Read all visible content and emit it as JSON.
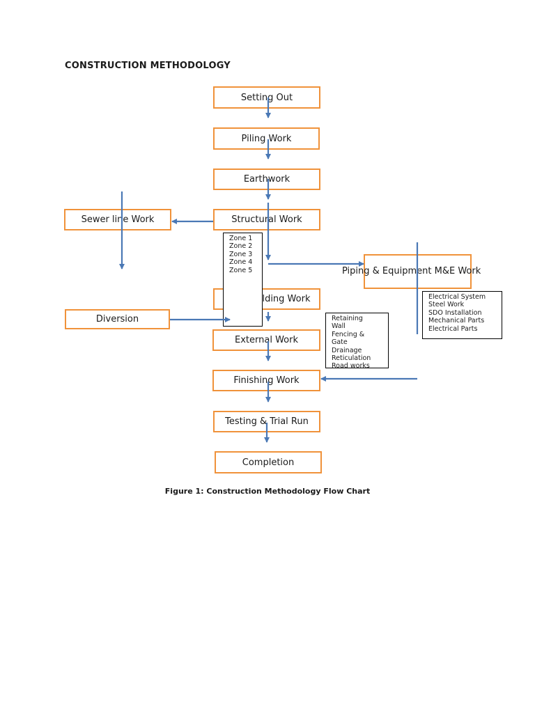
{
  "title": "CONSTRUCTION METHODOLOGY",
  "steps": {
    "setting_out": "Setting Out",
    "piling": "Piling Work",
    "earthwork": "Earthwork",
    "structural": "Structural Work",
    "sewer": "Sewer line Work",
    "piping": "Piping & Equipment M&E Work",
    "main_building": "Main Building Work",
    "diversion": "Diversion",
    "external": "External Work",
    "finishing": "Finishing Work",
    "testing": "Testing & Trial Run",
    "completion": "Completion"
  },
  "notes": {
    "zones": [
      "Zone 1",
      "Zone 2",
      "Zone 3",
      "Zone 4",
      "Zone 5"
    ],
    "external_items": [
      "Retaining",
      "Wall",
      "Fencing &",
      "Gate",
      "Drainage",
      "Reticulation",
      "Road works"
    ],
    "mne_items": [
      "Electrical System",
      "Steel Work",
      "SDO Installation",
      "Mechanical Parts",
      "Electrical Parts"
    ]
  },
  "caption": "Figure 1: Construction Methodology Flow Chart",
  "colors": {
    "box_border": "#f0923a",
    "arrow": "#4a78b5",
    "note_border": "#000000"
  }
}
